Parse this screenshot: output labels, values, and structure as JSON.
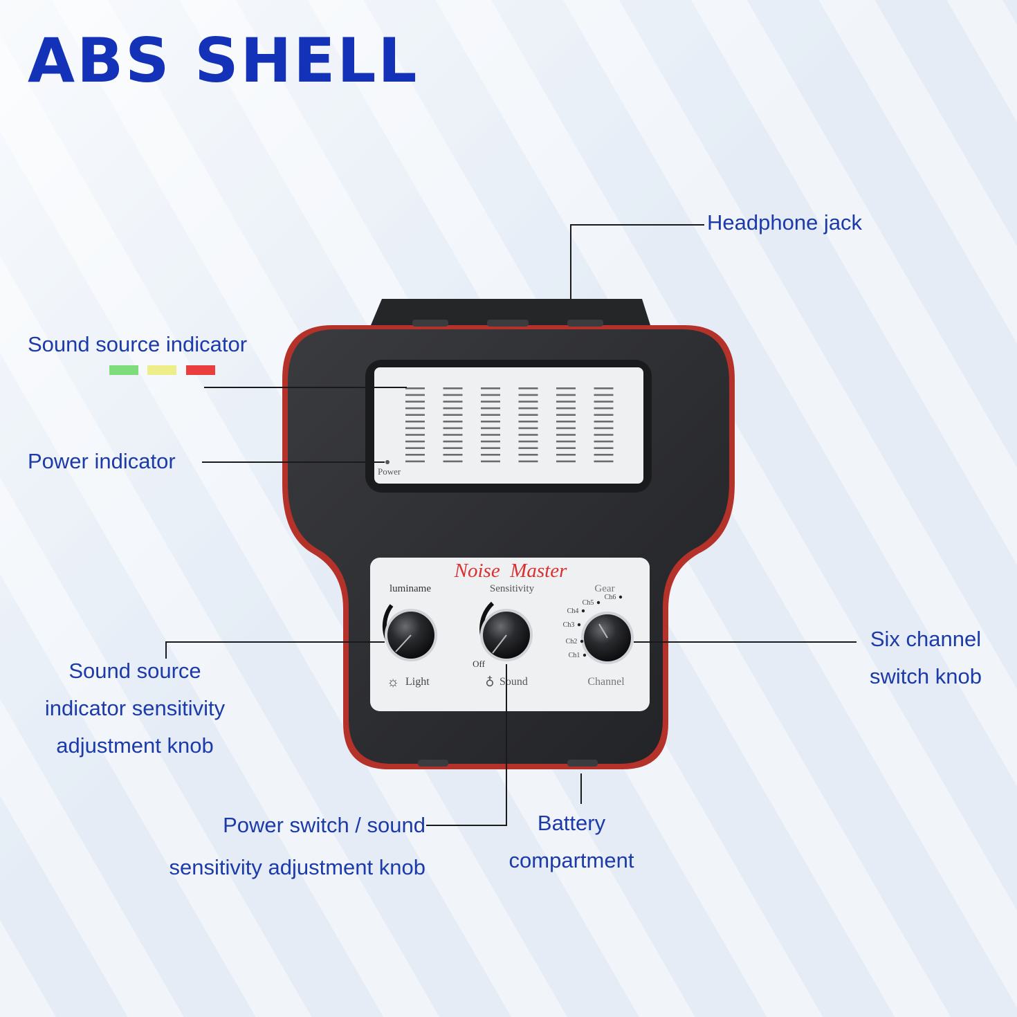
{
  "title": "ABS SHELL",
  "colors": {
    "title": "#1432b8",
    "label": "#1c3aa8",
    "body": "#2a2b2e",
    "trim": "#b4322a",
    "panel": "#eef0f2",
    "indicator_green": "#7fdc7a",
    "indicator_yellow": "#eded8a",
    "indicator_red": "#ea3d3d"
  },
  "callouts": {
    "headphone_jack": "Headphone jack",
    "sound_source_indicator": "Sound source indicator",
    "power_indicator": "Power indicator",
    "sensitivity_knob": [
      "Sound source",
      "indicator sensitivity",
      "adjustment knob"
    ],
    "six_channel_knob": [
      "Six channel",
      "switch knob"
    ],
    "power_switch_knob": [
      "Power switch / sound",
      "sensitivity adjustment knob"
    ],
    "battery_compartment": [
      "Battery",
      "compartment"
    ]
  },
  "device": {
    "power_label": "Power",
    "brand": "Noise  Master",
    "knob_labels": {
      "luminance": "luminame",
      "sensitivity": "Sensitivity",
      "gear": "Gear"
    },
    "bottom_labels": {
      "light": "Light",
      "off": "Off",
      "sound": "Sound",
      "channel": "Channel"
    },
    "channels": [
      "Ch1",
      "Ch2",
      "Ch3",
      "Ch4",
      "Ch5",
      "Ch6"
    ]
  }
}
